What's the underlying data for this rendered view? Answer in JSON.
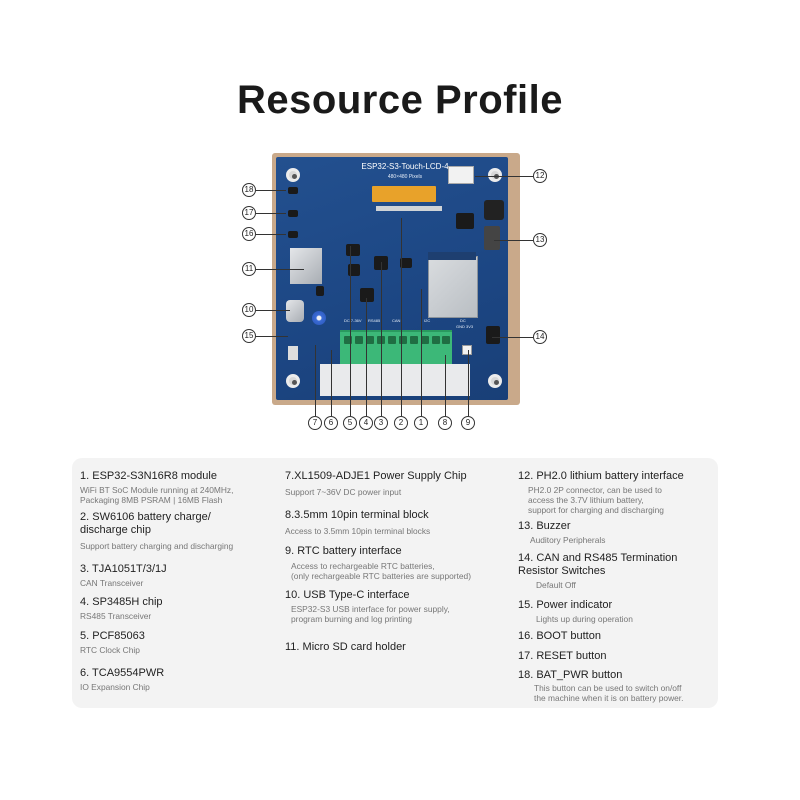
{
  "title": "Resource Profile",
  "board": {
    "title": "ESP32-S3-Touch-LCD-4",
    "subtitle": "480×480 Pixels",
    "silk_labels": [
      "DC 7-36V",
      "RS485",
      "CAN",
      "I2C",
      "DC",
      "GND 3V3"
    ]
  },
  "callouts": [
    "1",
    "2",
    "3",
    "4",
    "5",
    "6",
    "7",
    "8",
    "9",
    "10",
    "11",
    "12",
    "13",
    "14",
    "15",
    "16",
    "17",
    "18"
  ],
  "items": [
    {
      "title": "1. ESP32-S3N16R8 module",
      "desc": [
        "WiFi BT SoC Module running at 240MHz,",
        "Packaging 8MB PSRAM | 16MB Flash"
      ]
    },
    {
      "title": "2. SW6106 battery charge/",
      "title2": "discharge chip",
      "desc": [
        "Support battery charging and discharging"
      ]
    },
    {
      "title": "3. TJA1051T/3/1J",
      "desc": [
        "CAN Transceiver"
      ]
    },
    {
      "title": "4. SP3485H chip",
      "desc": [
        "RS485 Transceiver"
      ]
    },
    {
      "title": "5. PCF85063",
      "desc": [
        "RTC Clock Chip"
      ]
    },
    {
      "title": "6. TCA9554PWR",
      "desc": [
        "IO Expansion Chip"
      ]
    },
    {
      "title": "7.XL1509-ADJE1 Power Supply Chip",
      "desc": [
        "Support 7~36V DC power input"
      ]
    },
    {
      "title": "8.3.5mm 10pin terminal block",
      "desc": [
        "Access to 3.5mm 10pin terminal blocks"
      ]
    },
    {
      "title": "9. RTC battery interface",
      "desc": [
        "Access to rechargeable RTC batteries,",
        "(only rechargeable RTC batteries are supported)"
      ]
    },
    {
      "title": "10. USB Type-C interface",
      "desc": [
        "ESP32-S3 USB interface for power supply,",
        "program burning and log printing"
      ]
    },
    {
      "title": "11. Micro SD card holder",
      "desc": []
    },
    {
      "title": "12. PH2.0 lithium battery interface",
      "desc": [
        "PH2.0 2P connector, can be used to",
        "access the 3.7V lithium battery,",
        "support for charging and discharging"
      ]
    },
    {
      "title": "13. Buzzer",
      "desc": [
        "Auditory Peripherals"
      ]
    },
    {
      "title": "14. CAN and RS485 Termination",
      "title2": "Resistor Switches",
      "desc": [
        "Default Off"
      ]
    },
    {
      "title": "15. Power indicator",
      "desc": [
        "Lights up during operation"
      ]
    },
    {
      "title": "16. BOOT button",
      "desc": []
    },
    {
      "title": "17. RESET button",
      "desc": []
    },
    {
      "title": "18. BAT_PWR button",
      "desc": [
        "This button can be used to switch on/off",
        "the machine when it is on battery power."
      ]
    }
  ]
}
